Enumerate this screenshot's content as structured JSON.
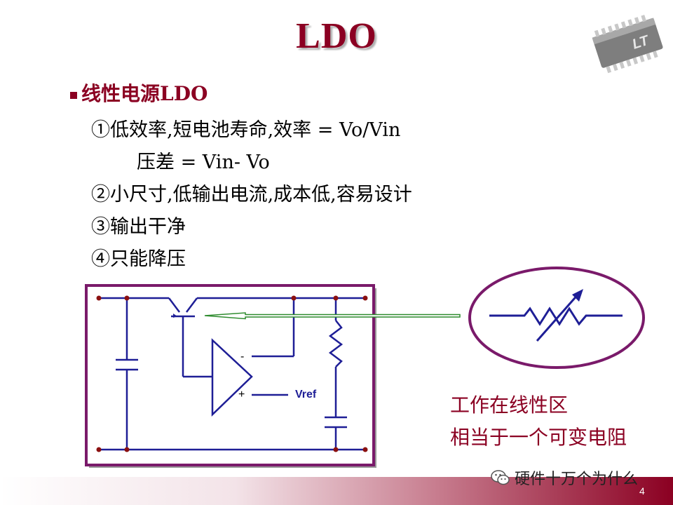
{
  "slide": {
    "title": "LDO",
    "bullet": "线性电源LDO",
    "lines": [
      "①低效率,短电池寿命,效率 = Vo/Vin",
      "压差 = Vin- Vo",
      "②小尺寸,低输出电流,成本低,容易设计",
      "③输出干净",
      "④只能降压"
    ],
    "circuit": {
      "vref_label": "Vref",
      "minus_label": "-",
      "plus_label": "+"
    },
    "note": [
      "工作在线性区",
      "相当于一个可变电阻"
    ],
    "watermark": "硬件十万个为什么",
    "page_number": "4"
  },
  "colors": {
    "accent": "#8b0022",
    "frame": "#7a1a6a",
    "wire": "#1e1e96",
    "arrow": "#2e8b2e"
  },
  "icons": [
    "chip-logo-icon",
    "bullet-square-icon",
    "wechat-icon",
    "variable-resistor-icon"
  ]
}
